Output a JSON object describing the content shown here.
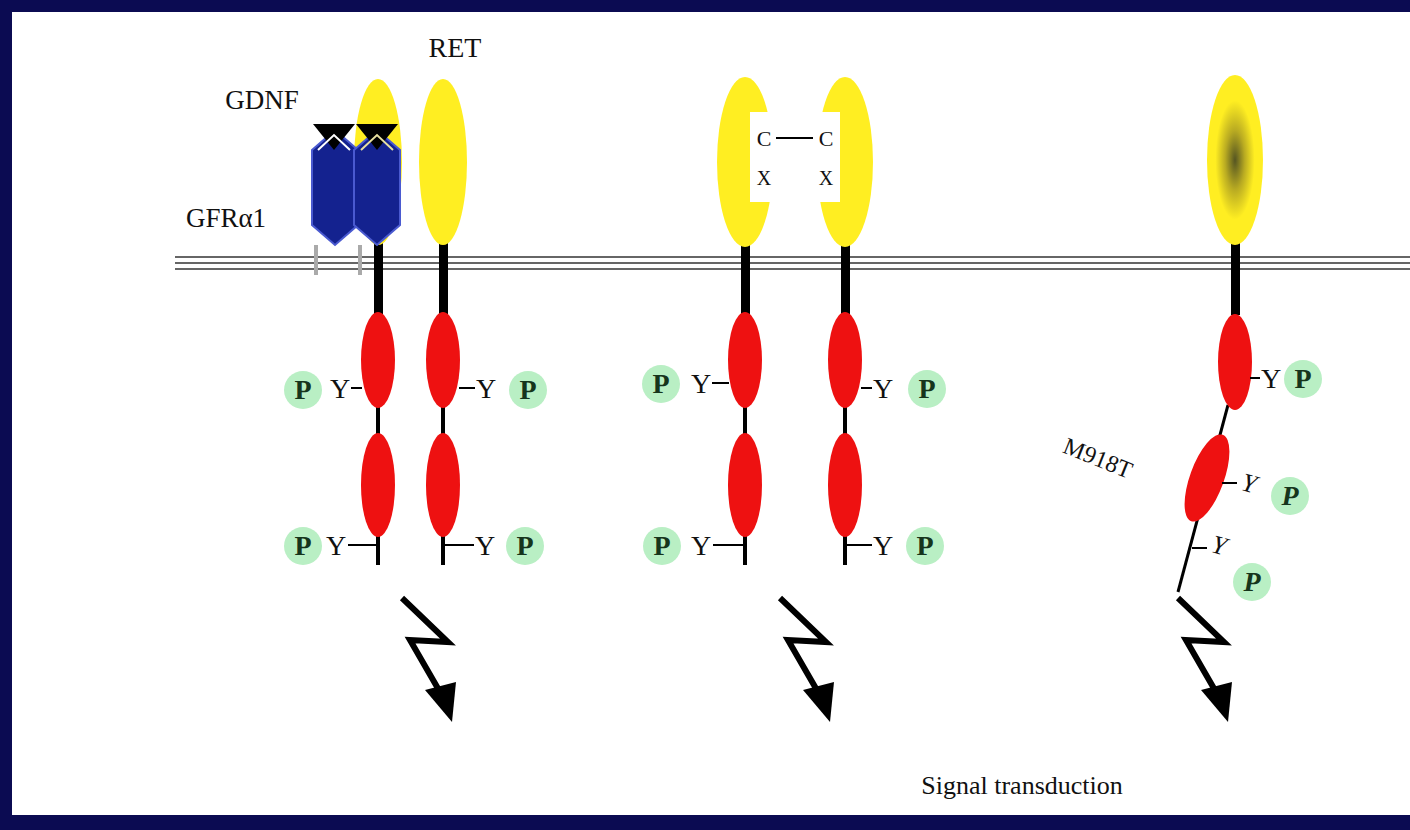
{
  "diagram": {
    "nodes": [
      {
        "text": [
          "P"
        ]
      },
      {
        "text": [
          "P"
        ]
      },
      {
        "text": [
          "P"
        ]
      },
      {
        "text": [
          "P"
        ]
      },
      {
        "text": [
          "P"
        ]
      },
      {
        "text": [
          "P"
        ]
      },
      {
        "text": [
          "P"
        ]
      },
      {
        "text": [
          "P"
        ]
      },
      {
        "text": [
          "P"
        ]
      },
      {
        "text": [
          "P"
        ]
      },
      {
        "text": [
          "P"
        ]
      }
    ],
    "labels": [
      "RET",
      "GDNF",
      "GFRα1",
      "C",
      "C",
      "X",
      "X",
      "Y",
      "Y",
      "Y",
      "Y",
      "Y",
      "Y",
      "Y",
      "Y",
      "Y",
      "Y",
      "Y",
      "M918T",
      "Signal transduction"
    ]
  }
}
